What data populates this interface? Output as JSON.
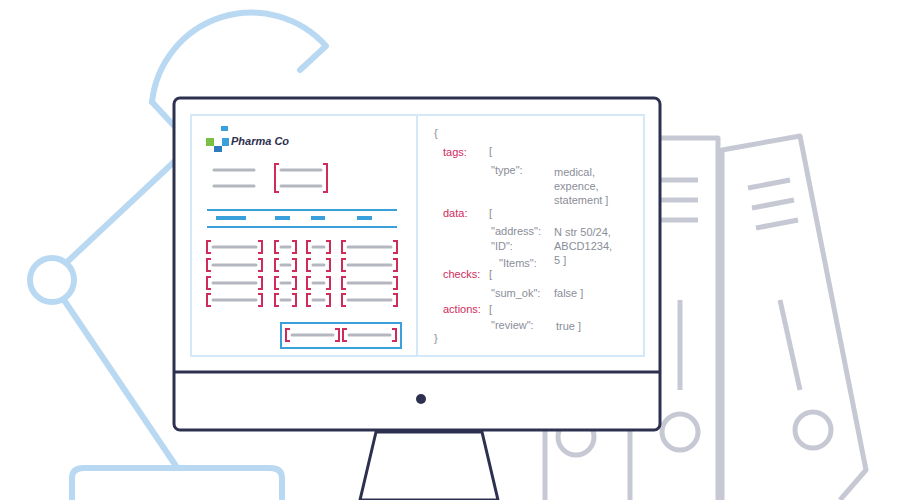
{
  "diagram": {
    "labels": [
      "Pharma Co",
      "{",
      "tags:",
      "[",
      "\"type\":",
      "medical, expence, statement ]",
      "data:",
      "[",
      "\"address\":",
      "N str 50/24,",
      "\"ID\":",
      "ABCD1234,",
      "\"Items\":",
      "5 ]",
      "checks:",
      "[",
      "\"sum_ok\":",
      "false ]",
      "actions:",
      "[",
      "\"review\":",
      "true ]",
      "}"
    ]
  }
}
